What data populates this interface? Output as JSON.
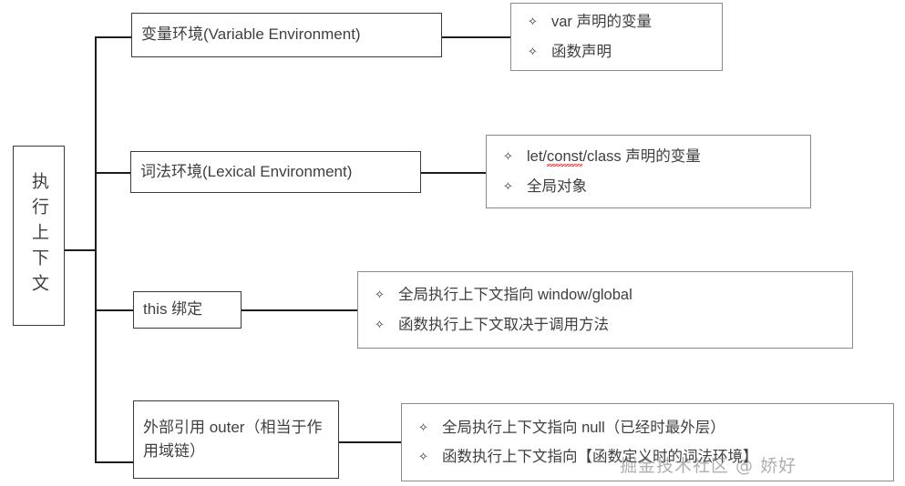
{
  "diagram": {
    "type": "horizontal-tree",
    "root": {
      "label": "执行上下文",
      "label_vertical": "执行上下文"
    },
    "branches": [
      {
        "id": "variable-env",
        "mid_label": "变量环境(Variable Environment)",
        "details": [
          {
            "bullet": "diamond-bullet-icon",
            "text": "var 声明的变量"
          },
          {
            "bullet": "diamond-bullet-icon",
            "text": "函数声明"
          }
        ]
      },
      {
        "id": "lexical-env",
        "mid_label": "词法环境(Lexical Environment)",
        "details": [
          {
            "bullet": "diamond-bullet-icon",
            "text_pre": "let/",
            "text_flag": "const",
            "text_post": "/class 声明的变量"
          },
          {
            "bullet": "diamond-bullet-icon",
            "text": "全局对象"
          }
        ]
      },
      {
        "id": "this-binding",
        "mid_label": "this 绑定",
        "details": [
          {
            "bullet": "diamond-bullet-icon",
            "text": "全局执行上下文指向 window/global"
          },
          {
            "bullet": "diamond-bullet-icon",
            "text": "函数执行上下文取决于调用方法"
          }
        ]
      },
      {
        "id": "outer-ref",
        "mid_label": "外部引用 outer（相当于作用域链）",
        "details": [
          {
            "bullet": "diamond-bullet-icon",
            "text": "全局执行上下文指向 null（已经时最外层）"
          },
          {
            "bullet": "diamond-bullet-icon",
            "text": "函数执行上下文指向【函数定义时的词法环境】"
          }
        ]
      }
    ],
    "bullet_glyph": "✧",
    "watermark": "掘金技术社区 @ 娇好",
    "colors": {
      "line": "#1d1d1d",
      "text": "#3f3f3f",
      "box_border": "#3a3a3a",
      "detail_border": "#8a8a8a",
      "squiggle": "#e03030",
      "background": "#ffffff"
    }
  }
}
